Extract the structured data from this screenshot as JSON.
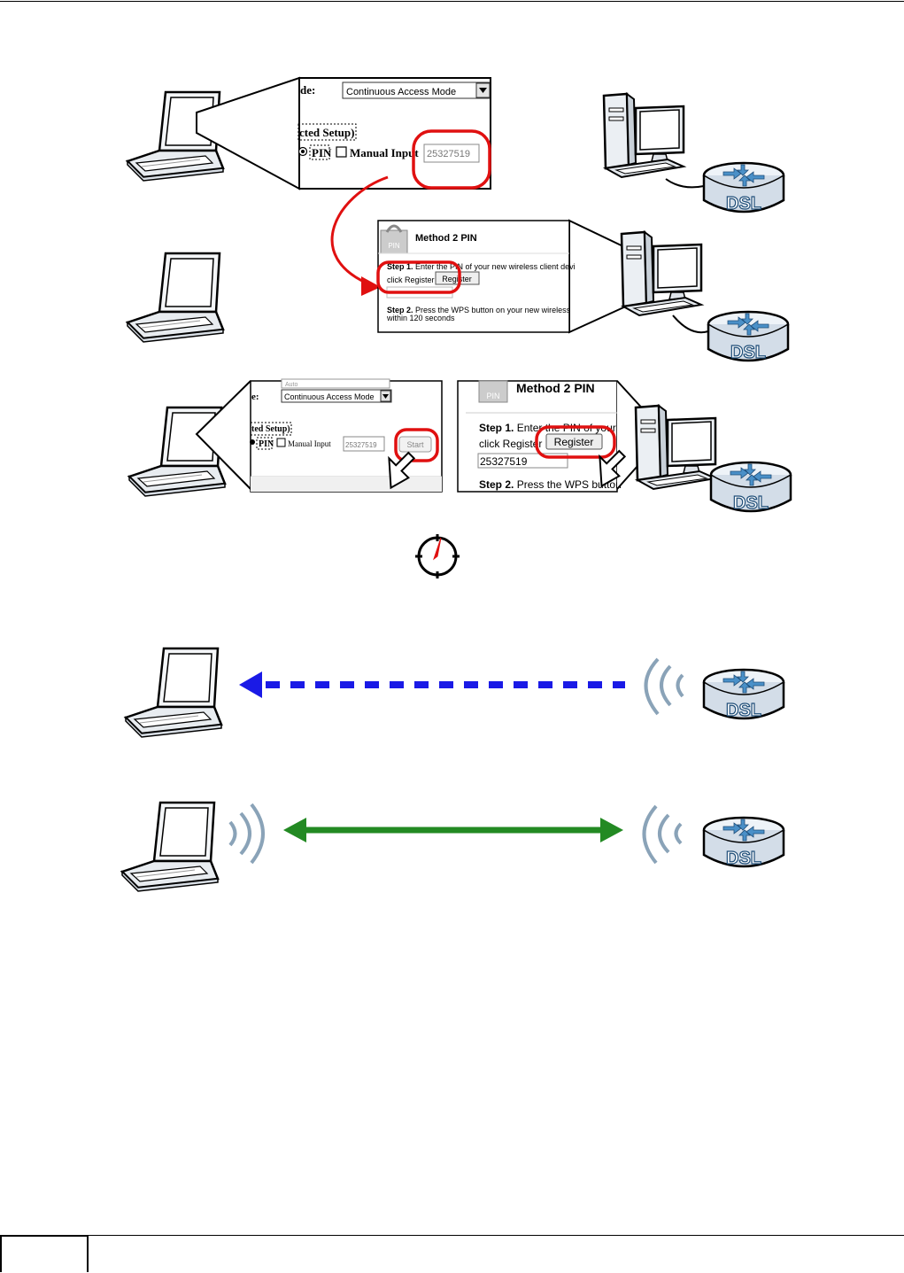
{
  "panel1": {
    "mode_label": "de:",
    "mode_value": "Continuous Access Mode",
    "setup_label": "cted Setup)",
    "pin_label": "PIN",
    "manual_label": "Manual Input",
    "pin_value": "25327519"
  },
  "panel2": {
    "title": "Method 2 PIN",
    "step1_bold": "Step 1.",
    "step1_rest": " Enter the PIN of your new wireless client devi",
    "step1_line2": "click Register",
    "register_label": "Register",
    "step2_bold": "Step 2.",
    "step2_rest": " Press the WPS button on your new wireless",
    "step2_line2": "within 120 seconds"
  },
  "panel3": {
    "mode_top": "Auto",
    "mode_label": "e:",
    "mode_value": "Continuous Access Mode",
    "setup_label": "ted Setup)",
    "pin_label": "PIN",
    "manual_label": "Manual Input",
    "pin_value": "25327519",
    "start_label": "Start"
  },
  "panel4": {
    "title": "Method 2 PIN",
    "step1_bold": "Step 1.",
    "step1_rest": " Enter the PIN of your n",
    "step1_line2": "click Register",
    "register_label": "Register",
    "pin_value": "25327519",
    "step2_bold": "Step 2.",
    "step2_rest": " Press the WPS button"
  },
  "router_label": "DSL",
  "lock_label": "PIN",
  "colors": {
    "highlight": "#e01010",
    "arrow_blue": "#1a1ae6",
    "arrow_green": "#238a23",
    "router_body": "#c9d6e3",
    "screen": "#ffffff"
  }
}
